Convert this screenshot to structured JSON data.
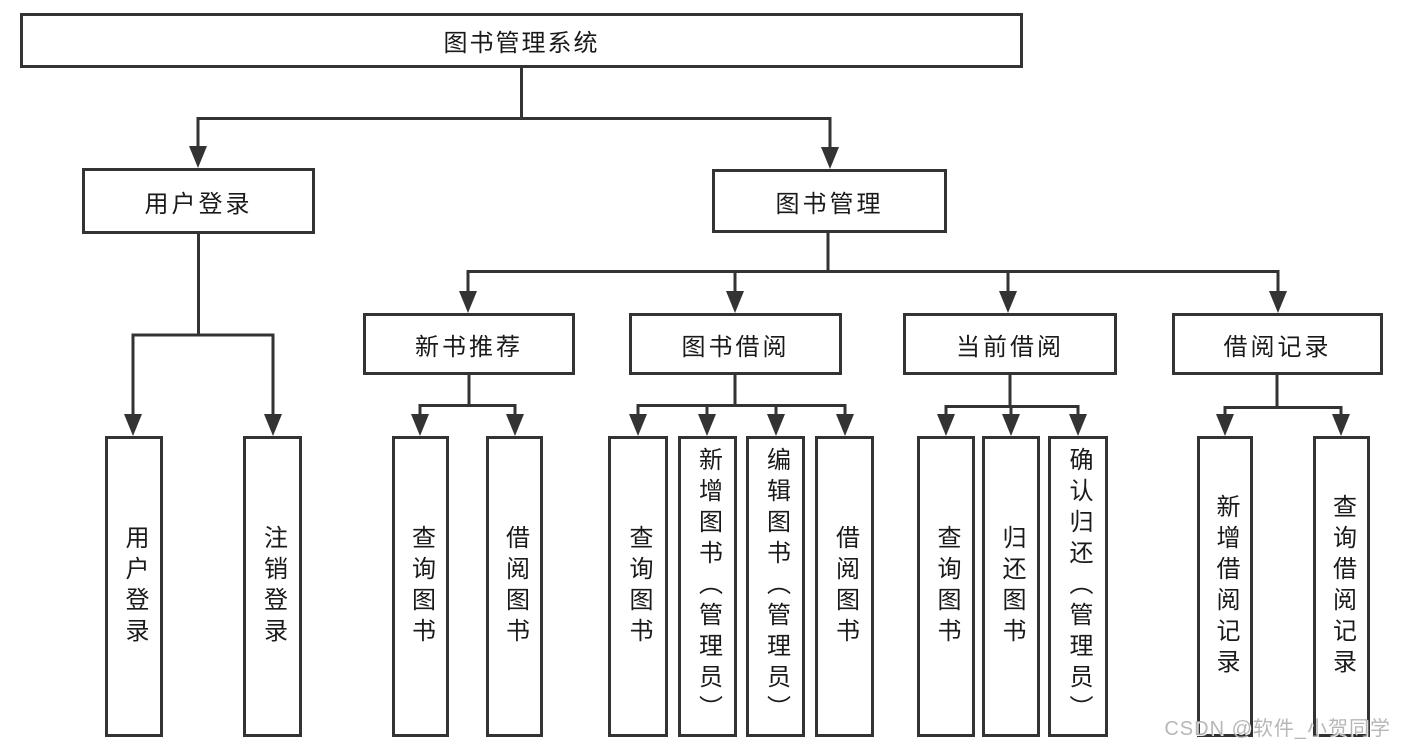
{
  "root": {
    "label": "图书管理系统"
  },
  "user_login": {
    "label": "用户登录",
    "children": [
      {
        "label": "用户登录"
      },
      {
        "label": "注销登录"
      }
    ]
  },
  "book_mgmt": {
    "label": "图书管理",
    "sections": [
      {
        "label": "新书推荐",
        "children": [
          {
            "label": "查询图书"
          },
          {
            "label": "借阅图书"
          }
        ]
      },
      {
        "label": "图书借阅",
        "children": [
          {
            "label": "查询图书"
          },
          {
            "label": "新增图书（管理员）"
          },
          {
            "label": "编辑图书（管理员）"
          },
          {
            "label": "借阅图书"
          }
        ]
      },
      {
        "label": "当前借阅",
        "children": [
          {
            "label": "查询图书"
          },
          {
            "label": "归还图书"
          },
          {
            "label": "确认归还（管理员）"
          }
        ]
      },
      {
        "label": "借阅记录",
        "children": [
          {
            "label": "新增借阅记录"
          },
          {
            "label": "查询借阅记录"
          }
        ]
      }
    ]
  },
  "watermark": "CSDN @软件_小贺同学",
  "colors": {
    "line": "#333333",
    "text": "#1a1a1a",
    "background": "#ffffff",
    "watermark": "#aaaaaa"
  }
}
